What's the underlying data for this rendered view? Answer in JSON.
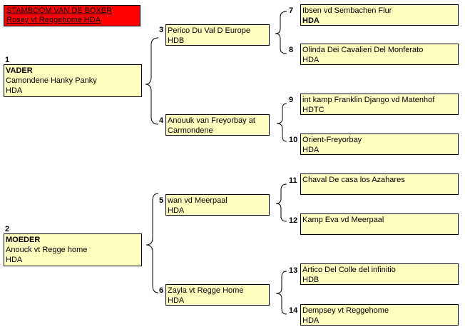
{
  "title": {
    "line1": "STAMBOOM VAN DE BOXER",
    "line2": "Rosey vt Reggehome HDA"
  },
  "gen1": [
    {
      "num": "1",
      "role": "VADER",
      "name": "Camondene Hanky Panky",
      "title": "HDA"
    },
    {
      "num": "2",
      "role": "MOEDER",
      "name": "Anouck vt Regge home",
      "title": "HDA"
    }
  ],
  "gen2": [
    {
      "num": "3",
      "name": "Perico Du Val D Europe",
      "title": "HDB"
    },
    {
      "num": "4",
      "name": "Anouuk van  Freyorbay at",
      "title": "Carmondene"
    },
    {
      "num": "5",
      "name": "wan vd Meerpaal",
      "title": "HDA"
    },
    {
      "num": "6",
      "name": "Zayla vt Regge Home",
      "title": "HDA"
    }
  ],
  "gen3": [
    {
      "num": "7",
      "name": "Ibsen vd Sembachen  Flur",
      "title": "HDA",
      "title_bold": true
    },
    {
      "num": "8",
      "name": "Olinda Dei Cavalieri Del Monferato",
      "title": "HDA"
    },
    {
      "num": "9",
      "name": "int  kamp Franklin  Django   vd Matenhof",
      "title": "HDTC"
    },
    {
      "num": "10",
      "name": "Orient-Freyorbay",
      "title": "HDA"
    },
    {
      "num": "11",
      "name": "Chaval De casa  los   Azahares",
      "title": ""
    },
    {
      "num": "12",
      "name": "Kamp Eva vd Meerpaal",
      "title": ""
    },
    {
      "num": "13",
      "name": "Artico Del Colle del infinitio",
      "title": "HDB"
    },
    {
      "num": "14",
      "name": "Dempsey vt Reggehome",
      "title": "HDA"
    }
  ]
}
